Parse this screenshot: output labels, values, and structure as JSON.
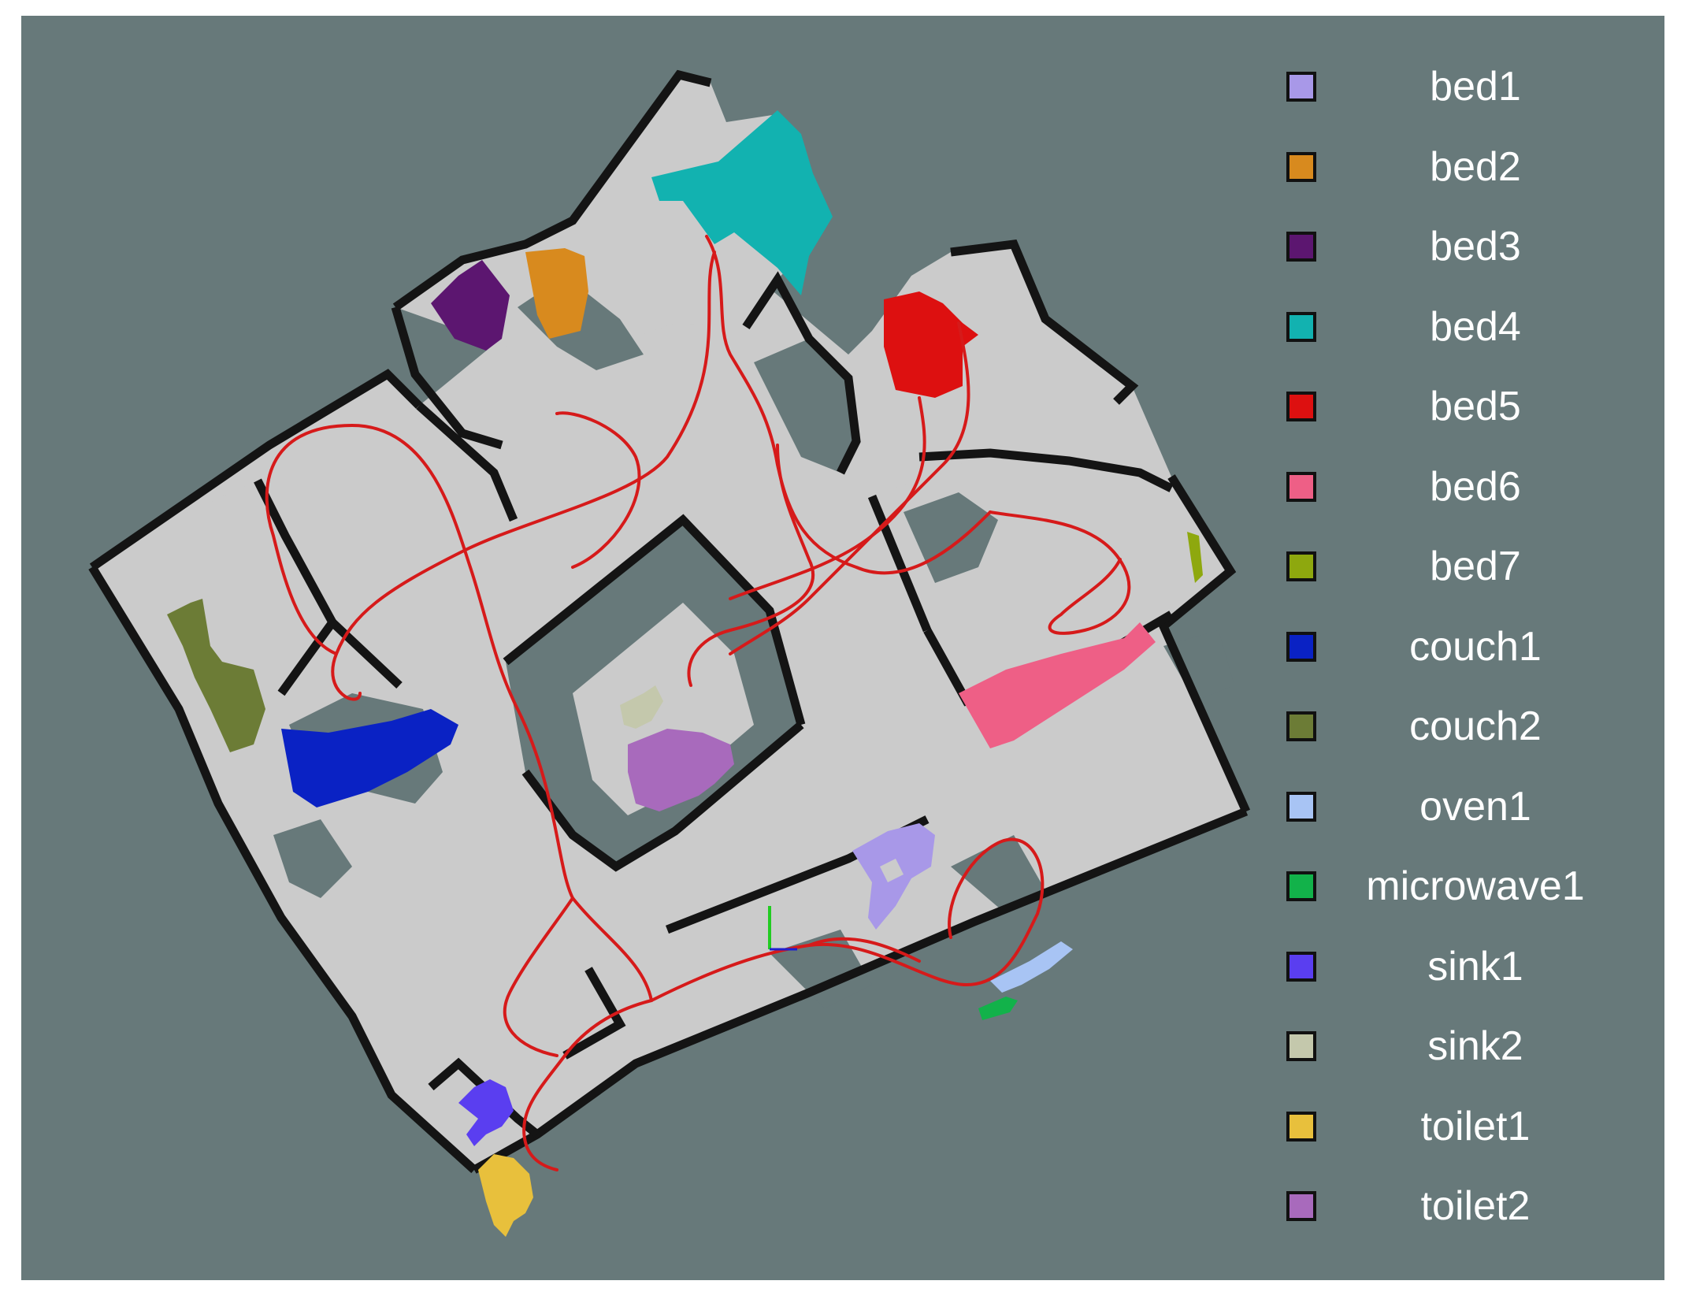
{
  "map": {
    "background_color": "#67797a",
    "free_space_color": "#cbcbcb",
    "unknown_patch_color": "#67797a",
    "wall_color": "#141414",
    "trajectory_color": "#d61a1a"
  },
  "legend": {
    "items": [
      {
        "label": "bed1",
        "color": "#a898e8"
      },
      {
        "label": "bed2",
        "color": "#d88a1e"
      },
      {
        "label": "bed3",
        "color": "#5c1670"
      },
      {
        "label": "bed4",
        "color": "#12b2b0"
      },
      {
        "label": "bed5",
        "color": "#dd1010"
      },
      {
        "label": "bed6",
        "color": "#ee5f86"
      },
      {
        "label": "bed7",
        "color": "#8ea80e"
      },
      {
        "label": "couch1",
        "color": "#0a22c4"
      },
      {
        "label": "couch2",
        "color": "#6c7c36"
      },
      {
        "label": "oven1",
        "color": "#a8c4f4"
      },
      {
        "label": "microwave1",
        "color": "#12b24a"
      },
      {
        "label": "sink1",
        "color": "#5a3ef0"
      },
      {
        "label": "sink2",
        "color": "#c4c8ac"
      },
      {
        "label": "toilet1",
        "color": "#e8c03c"
      },
      {
        "label": "toilet2",
        "color": "#a86abc"
      }
    ]
  }
}
